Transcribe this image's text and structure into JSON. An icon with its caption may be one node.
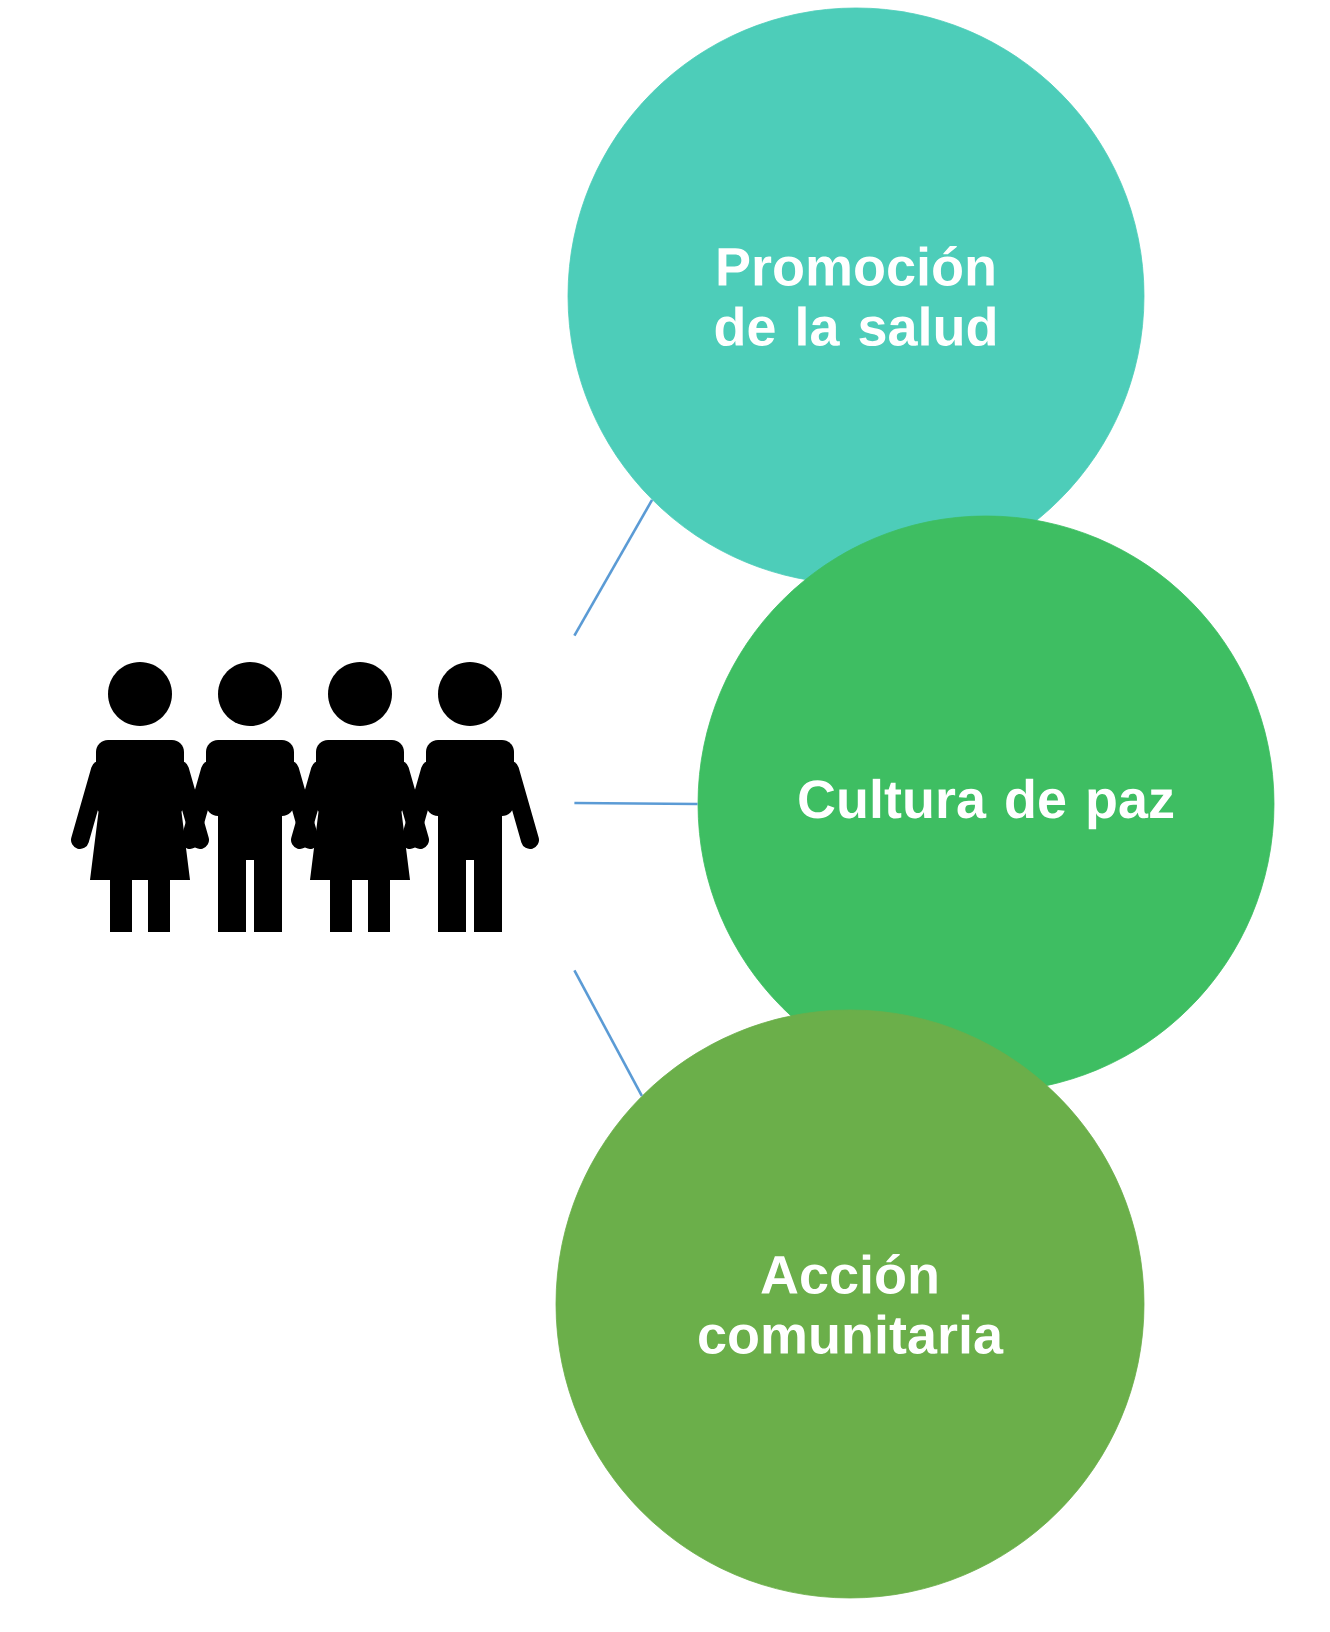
{
  "diagram": {
    "nodes": [
      {
        "text": [],
        "shape": "picture"
      },
      {
        "text": [
          "Promoción de la salud"
        ]
      },
      {
        "text": [
          "Cultura de paz"
        ]
      },
      {
        "text": [
          "Acción comunitaria"
        ]
      }
    ],
    "edges": [
      {
        "from": 0,
        "to": 1,
        "arrow": "none"
      },
      {
        "from": 0,
        "to": 2,
        "arrow": "none"
      },
      {
        "from": 0,
        "to": 3,
        "arrow": "none"
      }
    ]
  }
}
